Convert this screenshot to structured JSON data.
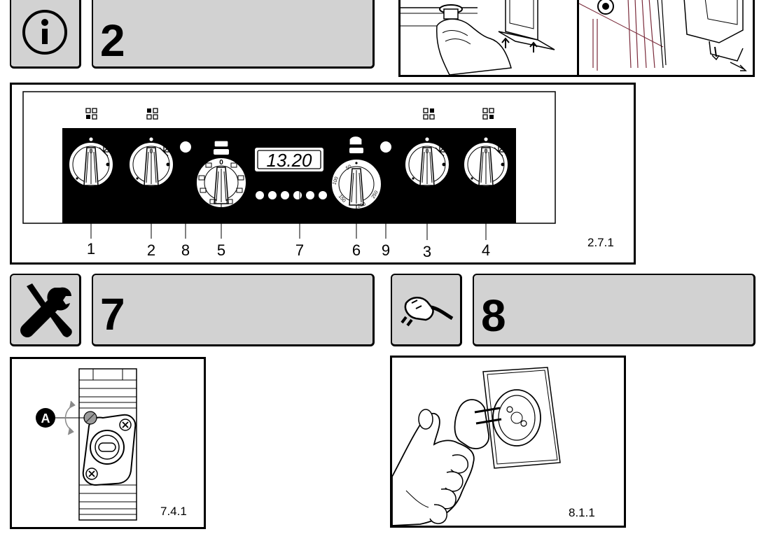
{
  "sections": {
    "info": {
      "number": "2",
      "icon": "info-icon"
    },
    "maintenance": {
      "number": "7",
      "icon": "tools-icon"
    },
    "disconnect": {
      "number": "8",
      "icon": "plug-icon"
    }
  },
  "figures": {
    "panel": {
      "label": "2.7.1",
      "display": "13.20",
      "callouts": [
        "1",
        "2",
        "8",
        "5",
        "7",
        "6",
        "9",
        "3",
        "4"
      ],
      "thermostat_scale": [
        "50",
        "100",
        "150",
        "200",
        "250"
      ]
    },
    "valve": {
      "label": "7.4.1",
      "marker": "A"
    },
    "socket": {
      "label": "8.1.1"
    }
  },
  "colors": {
    "icon_bar_fill": "#d2d2d2",
    "panel_black": "#000000",
    "line": "#000000",
    "accent_wine": "#7a2a3a"
  }
}
